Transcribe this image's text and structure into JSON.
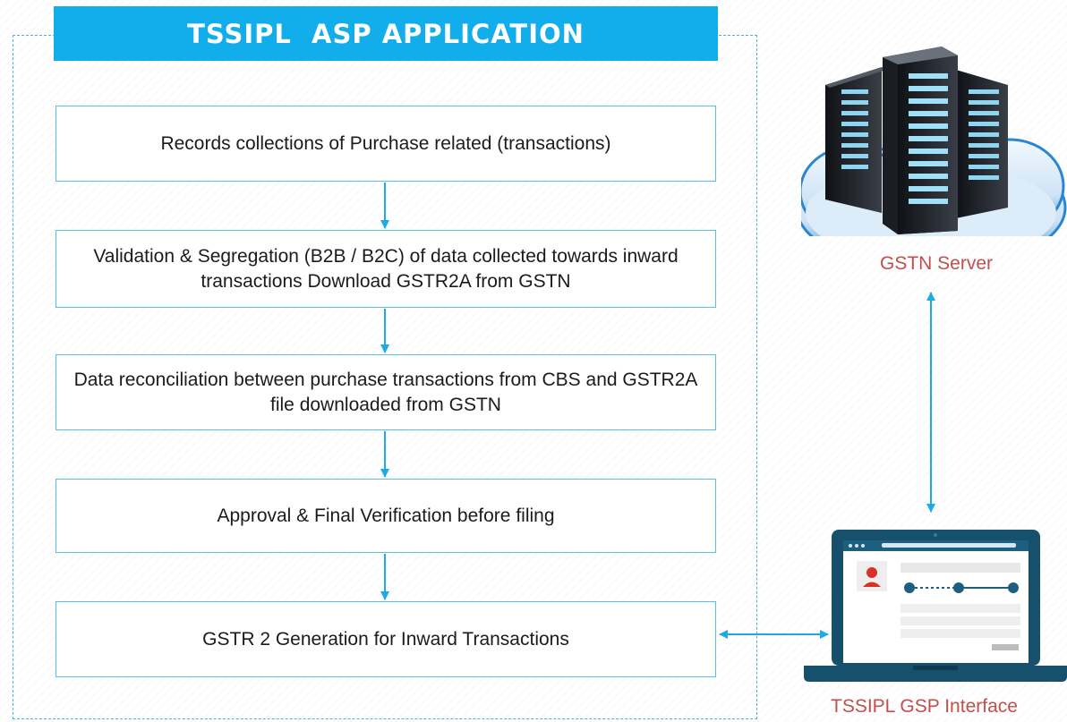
{
  "header": {
    "title": "TSSIPL  ASP APPLICATION"
  },
  "steps": [
    {
      "text": "Records collections of Purchase related (transactions)"
    },
    {
      "text": "Validation & Segregation (B2B / B2C) of data collected towards inward transactions Download GSTR2A from GSTN"
    },
    {
      "text": "Data reconciliation between purchase transactions from CBS and GSTR2A file downloaded from GSTN"
    },
    {
      "text": "Approval & Final Verification before filing"
    },
    {
      "text": "GSTR 2 Generation for Inward Transactions"
    }
  ],
  "nodes": {
    "server": {
      "label": "GSTN Server",
      "icon": "server-cloud-icon"
    },
    "interface": {
      "label": "TSSIPL GSP Interface",
      "icon": "laptop-icon"
    }
  },
  "colors": {
    "accent": "#12adeb",
    "label": "#c0504d",
    "arrow": "#1fa9e6"
  }
}
